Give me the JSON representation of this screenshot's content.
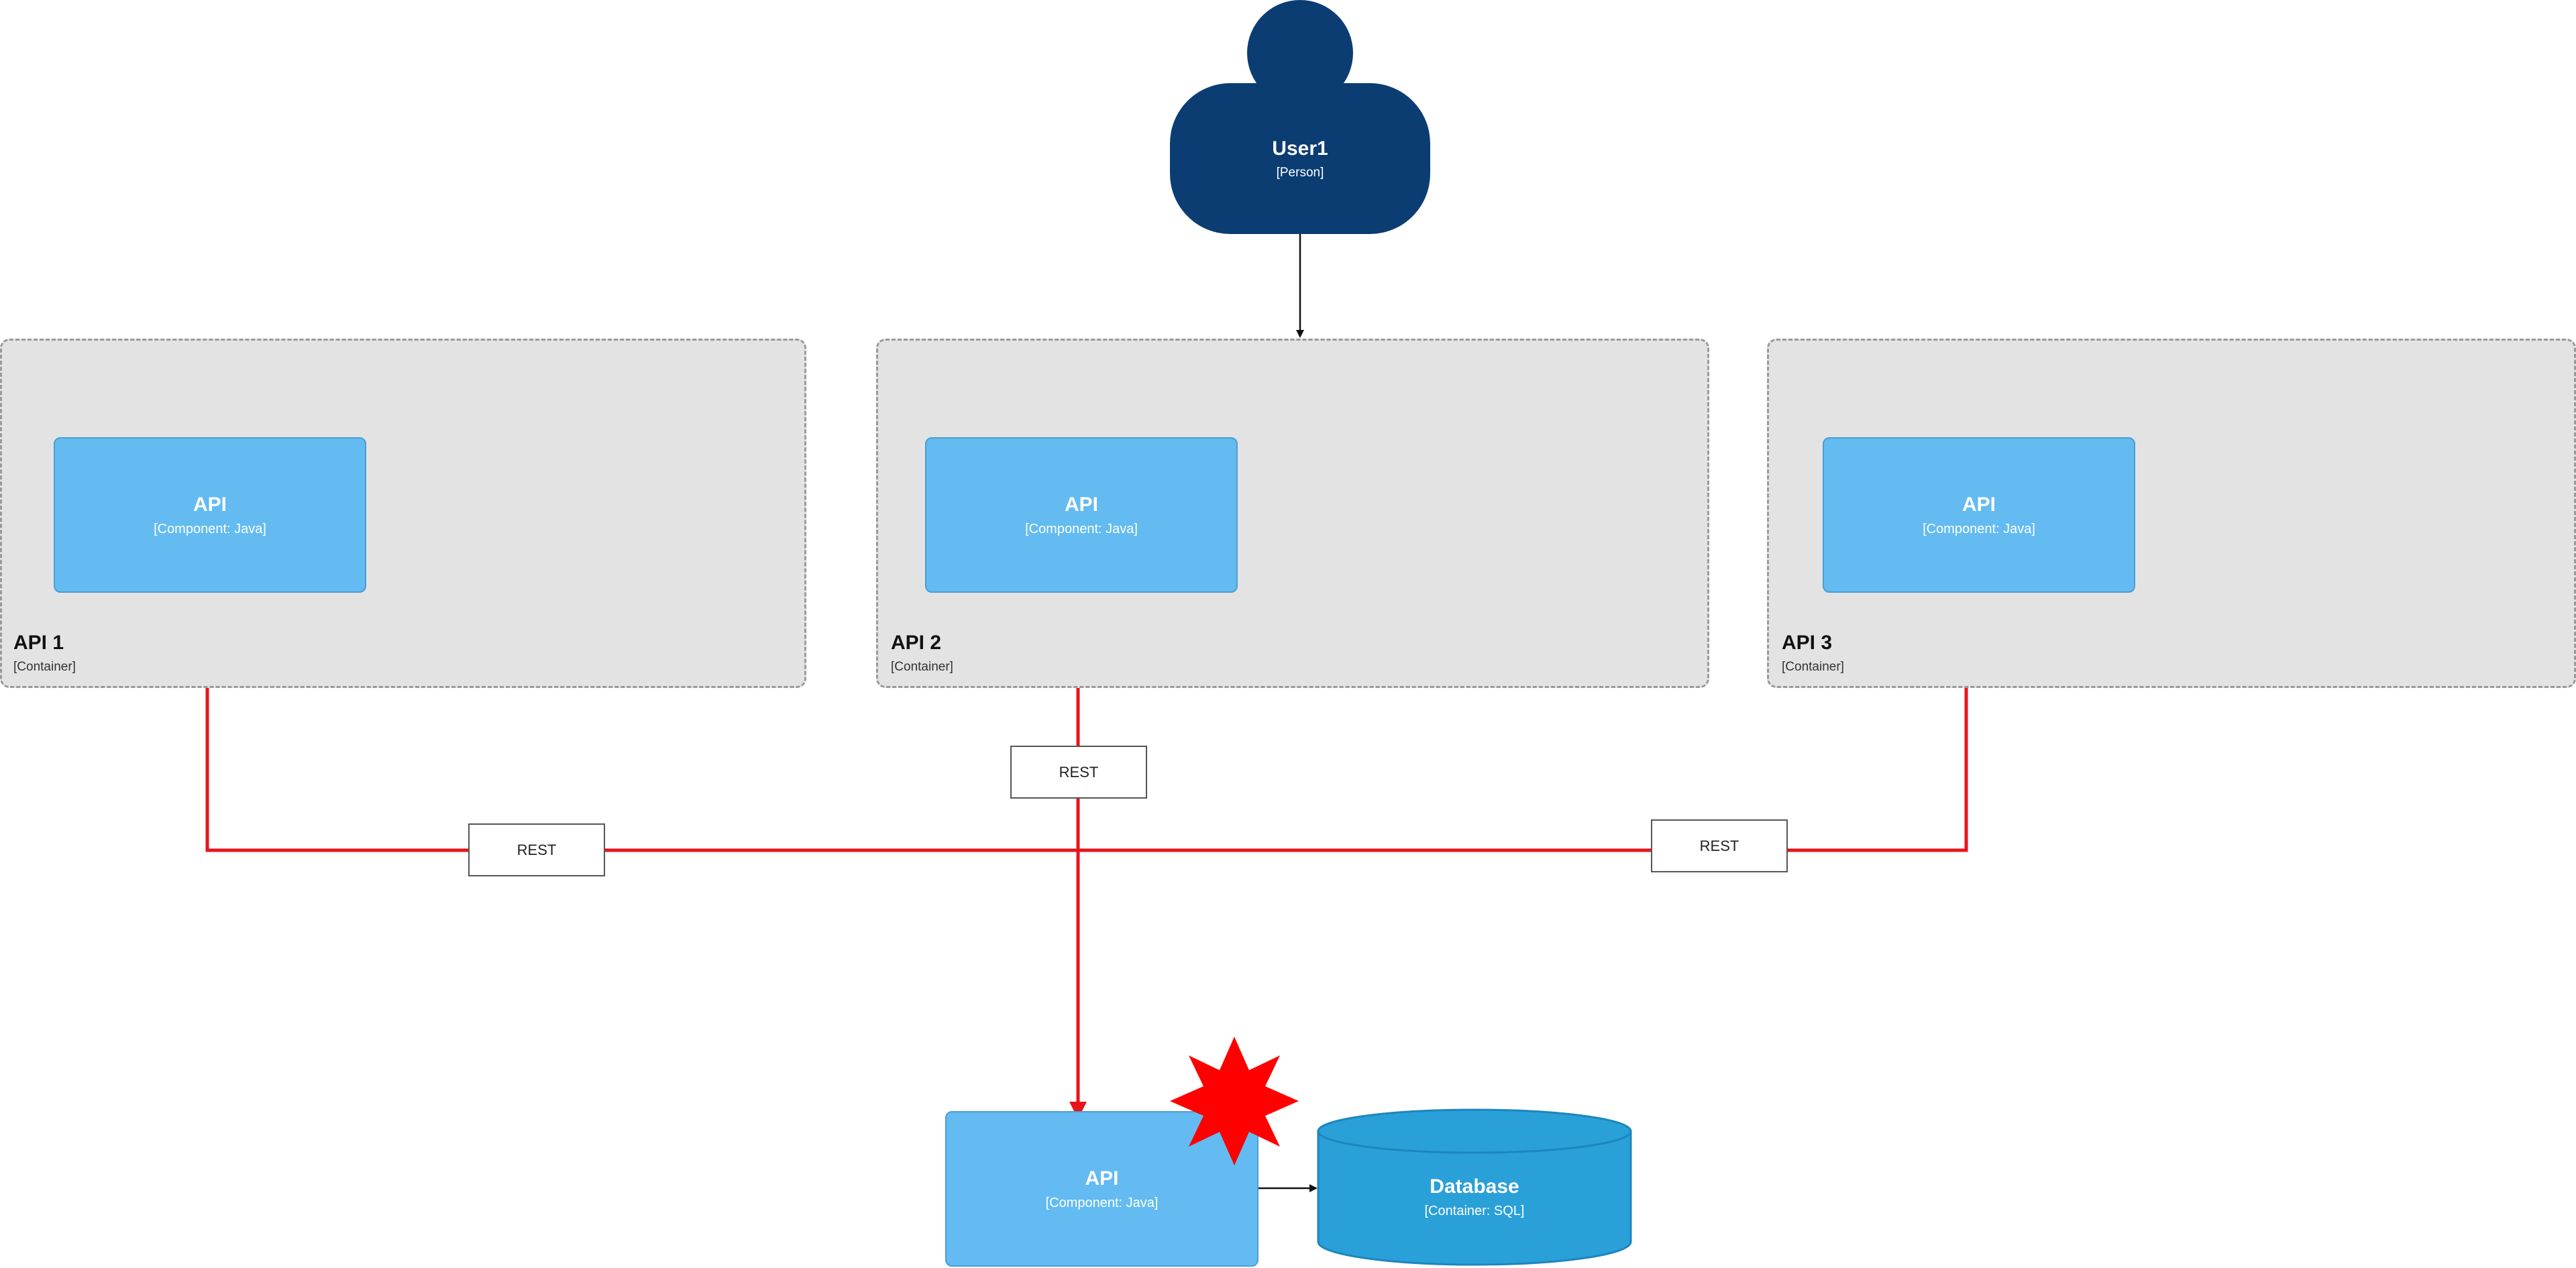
{
  "user": {
    "name": "User1",
    "type": "[Person]"
  },
  "containers": [
    {
      "name": "API 1",
      "type": "[Container]",
      "component": {
        "name": "API",
        "type": "[Component: Java]"
      }
    },
    {
      "name": "API 2",
      "type": "[Container]",
      "component": {
        "name": "API",
        "type": "[Component: Java]"
      }
    },
    {
      "name": "API 3",
      "type": "[Container]",
      "component": {
        "name": "API",
        "type": "[Component: Java]"
      }
    }
  ],
  "rest_labels": [
    "REST",
    "REST",
    "REST"
  ],
  "target_api": {
    "name": "API",
    "type": "[Component: Java]"
  },
  "database": {
    "name": "Database",
    "type": "[Container: SQL]"
  },
  "colors": {
    "person": "#0b3d73",
    "component": "#63bbf1",
    "database": "#2aa0d8",
    "container_bg": "#e3e3e3",
    "rest_line": "#e8141a",
    "failure_burst": "#ff0000"
  },
  "icons": {
    "failure": "explosion-burst-icon"
  }
}
